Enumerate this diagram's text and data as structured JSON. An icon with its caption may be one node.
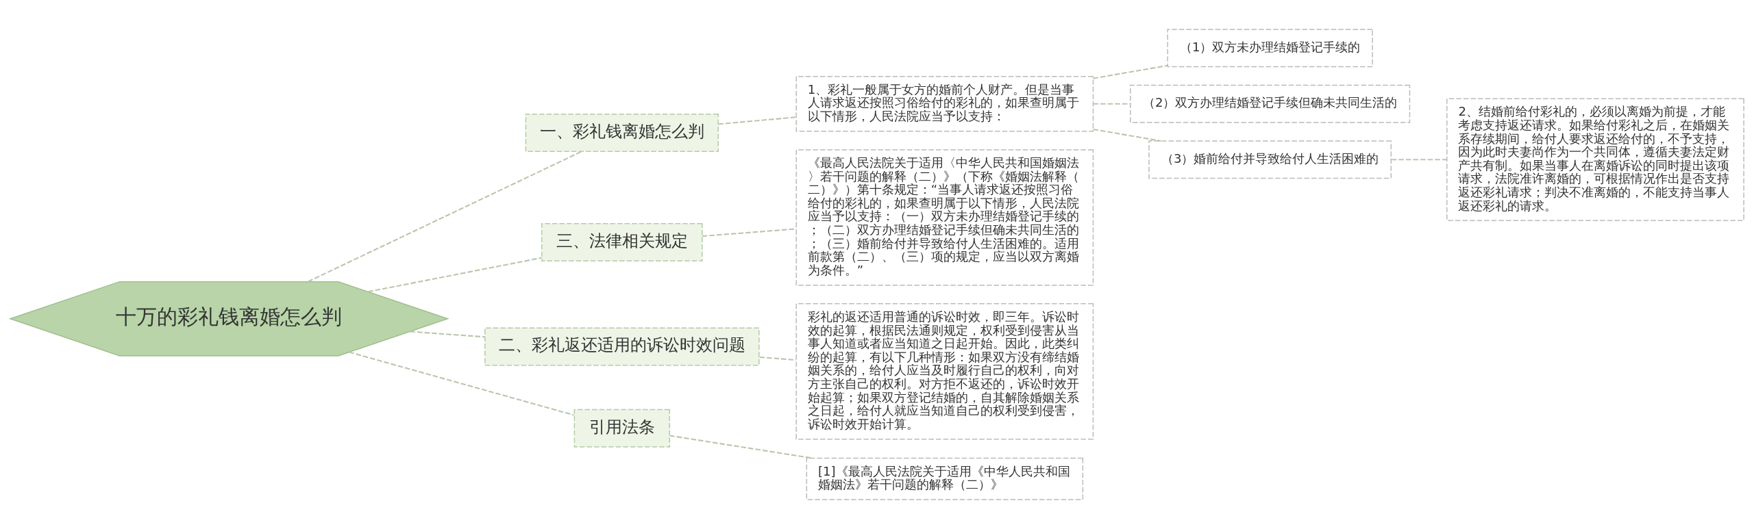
{
  "diagram": {
    "nodes": [
      {
        "text": [
          "十万的彩礼钱离婚怎么判"
        ]
      },
      {
        "text": [
          "一、彩礼钱离婚怎么判"
        ]
      },
      {
        "text": [
          "1、彩礼一般属于女方的婚前个人财产。但是当事人请求返还按照习俗给付的彩礼的，如果查明属于以下情形，人民法院应当予以支持："
        ]
      },
      {
        "text": [
          "（1）双方未办理结婚登记手续的"
        ]
      },
      {
        "text": [
          "（2）双方办理结婚登记手续但确未共同生活的"
        ]
      },
      {
        "text": [
          "（3）婚前给付并导致给付人生活困难的"
        ]
      },
      {
        "text": [
          "2、结婚前给付彩礼的，必须以离婚为前提，才能考虑支持返还请求。如果给付彩礼之后，在婚姻关系存续期间，给付人要求返还给付的，不予支持，因为此时夫妻尚作为一个共同体，遵循夫妻法定财产共有制。如果当事人在离婚诉讼的同时提出该项请求，法院准许离婚的，可根据情况作出是否支持返还彩礼请求；判决不准离婚的，不能支持当事人返还彩礼的请求。"
        ]
      },
      {
        "text": [
          "三、法律相关规定"
        ]
      },
      {
        "text": [
          "《最高人民法院关于适用〈中华人民共和国婚姻法〉若干问题的解释（二）》（下称《婚姻法解释（二）》）第十条规定：“当事人请求返还按照习俗给付的彩礼的，如果查明属于以下情形，人民法院应当予以支持：（一）双方未办理结婚登记手续的；（二）双方办理结婚登记手续但确未共同生活的；（三）婚前给付并导致给付人生活困难的。适用前款第（二）、（三）项的规定，应当以双方离婚为条件。”"
        ]
      },
      {
        "text": [
          "二、彩礼返还适用的诉讼时效问题"
        ]
      },
      {
        "text": [
          "彩礼的返还适用普通的诉讼时效，即三年。诉讼时效的起算，根据民法通则规定，权利受到侵害从当事人知道或者应当知道之日起开始。因此，此类纠纷的起算，有以下几种情形：如果双方没有缔结婚姻关系的，给付人应当及时履行自己的权利，向对方主张自己的权利。对方拒不返还的，诉讼时效开始起算；如果双方登记结婚的，自其解除婚姻关系之日起，给付人就应当知道自己的权利受到侵害，诉讼时效开始计算。"
        ]
      },
      {
        "text": [
          "引用法条"
        ]
      },
      {
        "text": [
          "[1]《最高人民法院关于适用《中华人民共和国婚姻法》若干问题的解释（二）》"
        ]
      }
    ],
    "edges": [
      {
        "from": 0,
        "to": 1,
        "arrow": "none"
      },
      {
        "from": 1,
        "to": 2,
        "arrow": "none"
      },
      {
        "from": 2,
        "to": 3,
        "arrow": "none"
      },
      {
        "from": 2,
        "to": 4,
        "arrow": "none"
      },
      {
        "from": 2,
        "to": 5,
        "arrow": "none"
      },
      {
        "from": 5,
        "to": 6,
        "arrow": "none"
      },
      {
        "from": 0,
        "to": 7,
        "arrow": "none"
      },
      {
        "from": 7,
        "to": 8,
        "arrow": "none"
      },
      {
        "from": 0,
        "to": 9,
        "arrow": "none"
      },
      {
        "from": 9,
        "to": 10,
        "arrow": "none"
      },
      {
        "from": 0,
        "to": 11,
        "arrow": "none"
      },
      {
        "from": 11,
        "to": 12,
        "arrow": "none"
      }
    ]
  }
}
